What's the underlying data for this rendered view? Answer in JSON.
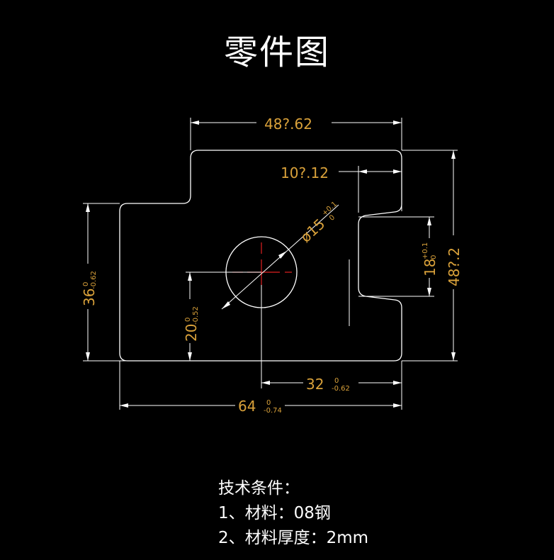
{
  "title": "零件图",
  "colors": {
    "background": "#000000",
    "outline": "#ffffff",
    "dimension_text": "#d9a13a",
    "center_mark": "#e02020"
  },
  "dimensions": {
    "top_width": {
      "text": "48?.62"
    },
    "slot_depth": {
      "text": "10?.12"
    },
    "hole_diameter": {
      "text": "ø15",
      "tol_upper": "+0.1",
      "tol_lower": "0"
    },
    "slot_height": {
      "text": "18",
      "tol_upper": "+0.1",
      "tol_lower": "0"
    },
    "total_height": {
      "text": "48?.2"
    },
    "left_height": {
      "text": "36",
      "tol_upper": "0",
      "tol_lower": "-0.62"
    },
    "hole_height": {
      "text": "20",
      "tol_upper": "0",
      "tol_lower": "-0.52"
    },
    "hole_offset": {
      "text": "32",
      "tol_upper": "0",
      "tol_lower": "-0.62"
    },
    "total_width": {
      "text": "64",
      "tol_upper": "0",
      "tol_lower": "-0.74"
    }
  },
  "notes": {
    "heading": "技术条件：",
    "line1": "1、材料：08钢",
    "line2": "2、材料厚度：2mm"
  }
}
